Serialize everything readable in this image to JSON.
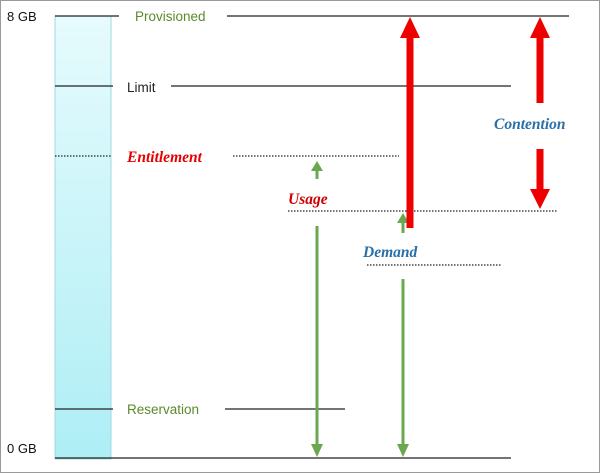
{
  "axis": {
    "top_label": "8 GB",
    "bottom_label": "0 GB"
  },
  "labels": {
    "provisioned": "Provisioned",
    "limit": "Limit",
    "entitlement": "Entitlement",
    "usage": "Usage",
    "demand": "Demand",
    "contention": "Contention",
    "reservation": "Reservation"
  },
  "colors": {
    "provisioned": "#5a8a2a",
    "reservation": "#5a8a2a",
    "limit": "#222222",
    "entitlement": "#e60000",
    "usage": "#cc0000",
    "demand": "#2a6fa8",
    "contention": "#2a6fa8",
    "green_arrow": "#6aa84f",
    "red_arrow": "#ee0000",
    "bar_fill_top": "#e6fbfd",
    "bar_fill_bottom": "#aeeef5",
    "bar_border": "#9fd8e0"
  }
}
